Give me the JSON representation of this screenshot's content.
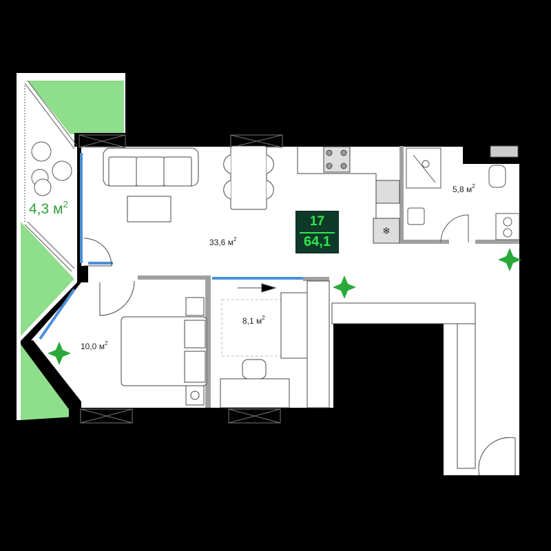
{
  "plan": {
    "title": "Apartment floor plan",
    "apartment_badge": {
      "number": "17",
      "total_area": "64,1",
      "bg_color": "#0f3a2a",
      "text_color": "#2ee84a"
    },
    "rooms": [
      {
        "id": "balcony",
        "area": "4,3",
        "unit": "м",
        "exp": "2"
      },
      {
        "id": "living-kitchen",
        "area": "33,6",
        "unit": "м",
        "exp": "2"
      },
      {
        "id": "bathroom",
        "area": "5,8",
        "unit": "м",
        "exp": "2"
      },
      {
        "id": "bedroom",
        "area": "10,0",
        "unit": "м",
        "exp": "2"
      },
      {
        "id": "study",
        "area": "8,1",
        "unit": "м",
        "exp": "2"
      }
    ],
    "colors": {
      "wall": "#000000",
      "floor": "#ffffff",
      "lawn": "#8ede8c",
      "glass": "#4a90d9",
      "plant": "#2aa83a",
      "partition": "#a0a0a0"
    },
    "icons": [
      "sofa-icon",
      "dining-table-icon",
      "coffee-table-icon",
      "stove-icon",
      "fridge-icon",
      "shower-icon",
      "toilet-icon",
      "sink-icon",
      "washing-machine-icon",
      "bed-icon",
      "desk-icon",
      "plant-icon",
      "boiler-icon",
      "wardrobe-icon",
      "door-icon",
      "window-icon"
    ]
  }
}
